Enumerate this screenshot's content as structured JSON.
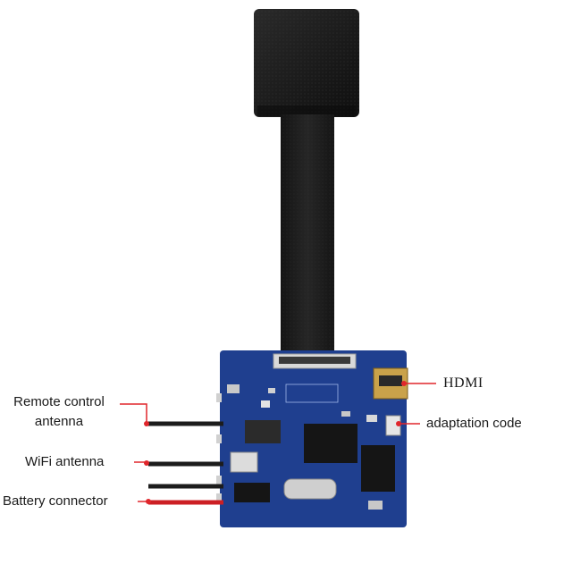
{
  "labels": {
    "remote_control_antenna_line1": "Remote control",
    "remote_control_antenna_line2": "antenna",
    "wifi_antenna": "WiFi antenna",
    "battery_connector": "Battery connector",
    "hdmi": "HDMI",
    "adaptation_code": "adaptation code"
  },
  "colors": {
    "pointer_red": "#e0262b",
    "pcb_blue": "#1f3f8f",
    "camera_black": "#1b1b1b",
    "wire_black": "#1c1c1c",
    "wire_red": "#cc1f24"
  }
}
